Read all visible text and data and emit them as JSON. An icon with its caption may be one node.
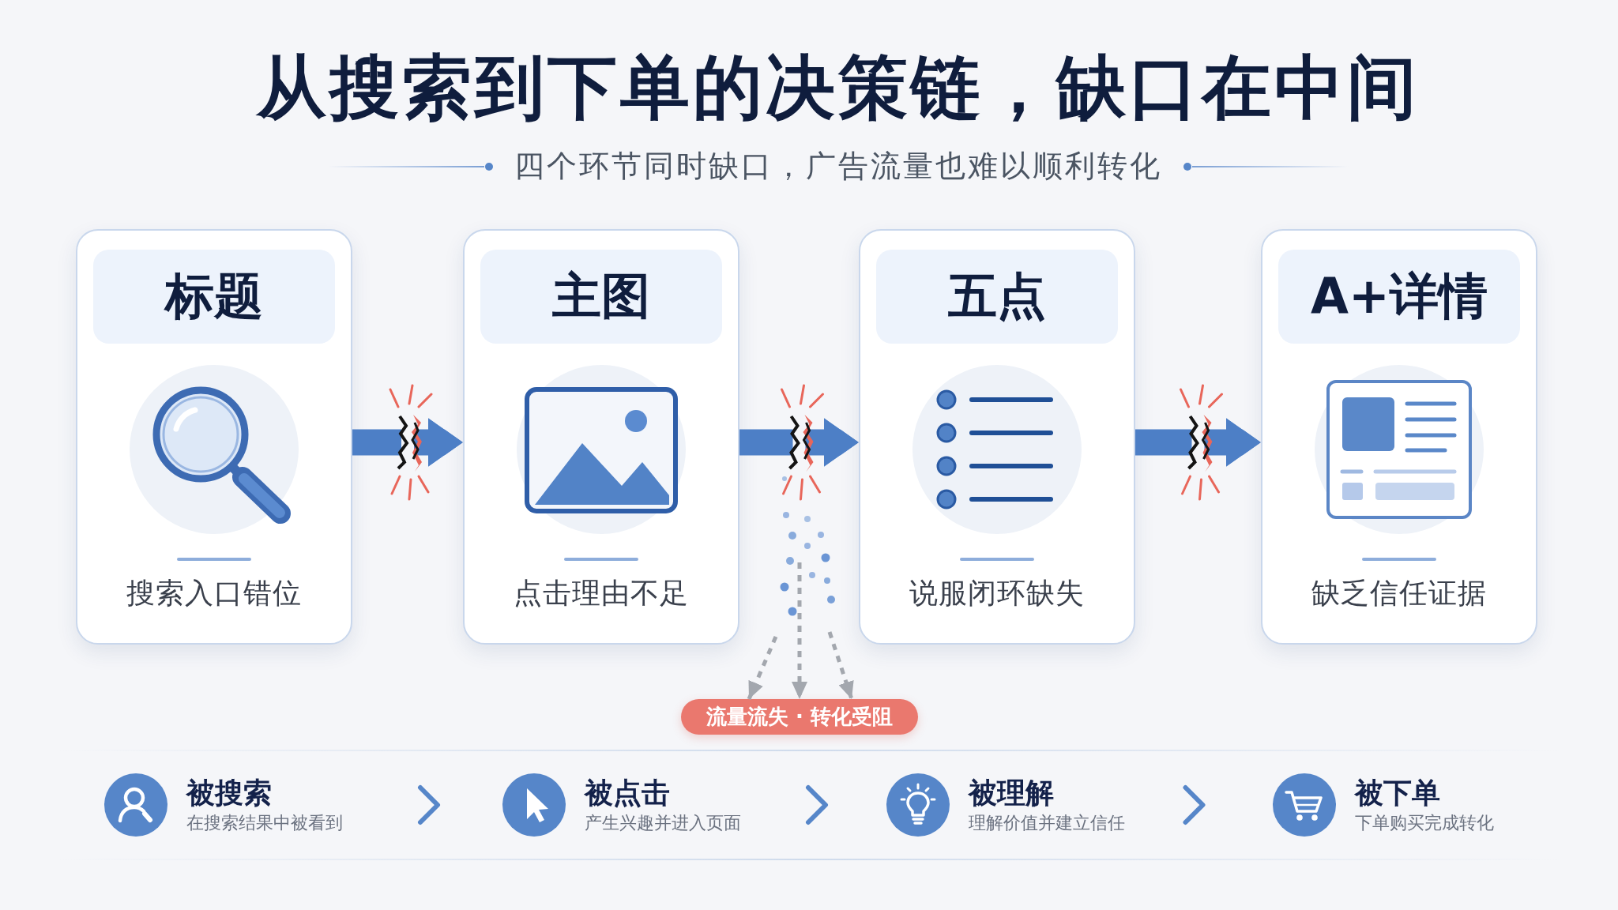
{
  "diagram": {
    "title": "从搜索到下单的决策链，缺口在中间",
    "nodes": [
      {
        "text": [
          "搜索入口错位"
        ]
      },
      {
        "text": [
          "标题"
        ],
        "in": 0
      },
      {
        "text": [
          "点击理由不足"
        ]
      },
      {
        "text": [
          "主图"
        ],
        "in": 2
      },
      {
        "text": [
          "说服闭环缺失"
        ]
      },
      {
        "text": [
          "五点"
        ],
        "in": 4
      },
      {
        "text": [
          "缺乏信任证据"
        ]
      },
      {
        "text": [
          "A+详情"
        ],
        "in": 6
      },
      {
        "text": [
          "流量流失 · 转化受阻"
        ]
      },
      {
        "text": [
          "被搜索",
          "在搜索结果中被看到"
        ]
      },
      {
        "text": [
          "被点击",
          "产生兴趣并进入页面"
        ]
      },
      {
        "text": [
          "被理解",
          "理解价值并建立信任"
        ]
      },
      {
        "text": [
          "被下单",
          "下单购买完成转化"
        ]
      }
    ],
    "edges": [
      {
        "from": 0,
        "to": 2,
        "arrow": "to",
        "style": "thick"
      },
      {
        "from": 2,
        "to": 4,
        "arrow": "to",
        "style": "thick"
      },
      {
        "from": 4,
        "to": 6,
        "arrow": "to",
        "style": "thick"
      },
      {
        "from": null,
        "to": 8,
        "arrow": "to",
        "style": "dashed",
        "color": "#a3a7ae"
      },
      {
        "from": null,
        "to": 8,
        "arrow": "to",
        "style": "dashed",
        "color": "#a3a7ae"
      },
      {
        "from": null,
        "to": 8,
        "arrow": "to",
        "style": "dashed",
        "color": "#a3a7ae"
      },
      {
        "from": 9,
        "to": 10,
        "arrow": "to"
      },
      {
        "from": 10,
        "to": 11,
        "arrow": "to"
      },
      {
        "from": 11,
        "to": 12,
        "arrow": "to"
      }
    ],
    "labels": [
      "四个环节同时缺口，广告流量也难以顺利转化"
    ]
  }
}
